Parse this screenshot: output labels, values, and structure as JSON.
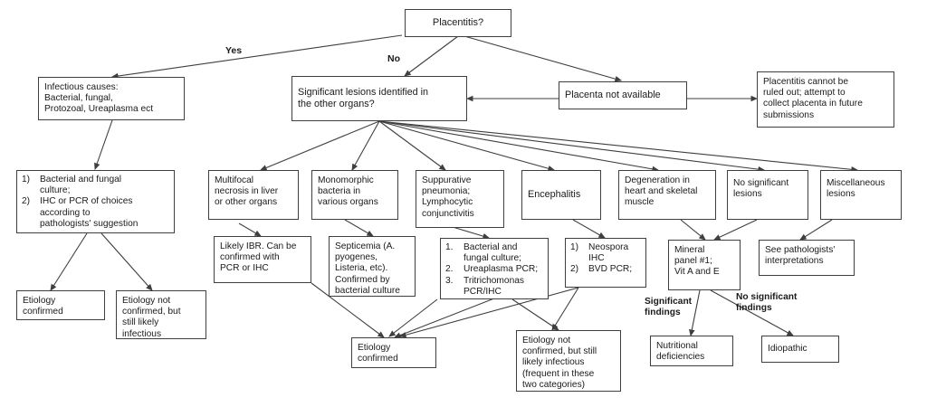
{
  "chart_data": {
    "type": "diagram",
    "title": "Placentitis diagnostic flowchart",
    "nodes": [
      {
        "id": "placentitis",
        "label": "Placentitis?"
      },
      {
        "id": "infectious",
        "label": "Infectious causes:\nBacterial, fungal,\nProtozoal,  Ureaplasma ect"
      },
      {
        "id": "significant",
        "label": "Significant lesions identified in\nthe other organs?"
      },
      {
        "id": "notavailable",
        "label": "Placenta not available"
      },
      {
        "id": "cannotrule",
        "label": "Placentitis cannot be\nruled out; attempt to\ncollect placenta in future\nsubmissions"
      },
      {
        "id": "culture12",
        "label": "1) Bacterial and fungal culture; 2) IHC or PCR of choices according to pathologists' suggestion"
      },
      {
        "id": "multifocal",
        "label": "Multifocal\nnecrosis in liver\nor other organs"
      },
      {
        "id": "monomorphic",
        "label": "Monomorphic\nbacteria in\nvarious organs"
      },
      {
        "id": "suppurative",
        "label": "Suppurative\npneumonia;\nLymphocytic\nconjunctivitis"
      },
      {
        "id": "encephalitis",
        "label": "Encephalitis"
      },
      {
        "id": "degeneration",
        "label": "Degeneration in\nheart and skeletal\nmuscle"
      },
      {
        "id": "nosignificant",
        "label": "No significant\nlesions"
      },
      {
        "id": "miscellaneous",
        "label": "Miscellaneous\nlesions"
      },
      {
        "id": "ibr",
        "label": "Likely IBR. Can be\nconfirmed with\nPCR or IHC"
      },
      {
        "id": "septicemia",
        "label": "Septicemia (A.\npyogenes,\nListeria, etc).\nConfirmed by\nbacterial culture"
      },
      {
        "id": "bact123",
        "label": "1. Bacterial and fungal culture; 2. Ureaplasma PCR; 3. Tritrichomonas PCR/IHC"
      },
      {
        "id": "neospora",
        "label": "1) Neospora IHC 2) BVD PCR;"
      },
      {
        "id": "mineral",
        "label": "Mineral\npanel #1;\nVit A and E"
      },
      {
        "id": "seepath",
        "label": "See pathologists'\ninterpretations"
      },
      {
        "id": "etiol_conf_left",
        "label": "Etiology\nconfirmed"
      },
      {
        "id": "etiol_notconf_left",
        "label": "Etiology not\nconfirmed, but\nstill likely\ninfectious"
      },
      {
        "id": "etiol_conf_mid",
        "label": "Etiology\nconfirmed"
      },
      {
        "id": "etiol_notconf_mid",
        "label": "Etiology not\nconfirmed, but still\nlikely infectious\n(frequent in these\ntwo categories)"
      },
      {
        "id": "nutritional",
        "label": "Nutritional\ndeficiencies"
      },
      {
        "id": "idiopathic",
        "label": "Idiopathic"
      }
    ],
    "edge_labels": [
      "Yes",
      "No",
      "Significant findings",
      "No significant findings"
    ],
    "edges": [
      {
        "from": "placentitis",
        "to": "infectious",
        "label": "Yes"
      },
      {
        "from": "placentitis",
        "to": "significant",
        "label": "No"
      },
      {
        "from": "placentitis",
        "to": "notavailable",
        "label": ""
      },
      {
        "from": "notavailable",
        "to": "significant",
        "label": ""
      },
      {
        "from": "notavailable",
        "to": "cannotrule",
        "label": ""
      },
      {
        "from": "infectious",
        "to": "culture12",
        "label": ""
      },
      {
        "from": "significant",
        "to": "multifocal",
        "label": ""
      },
      {
        "from": "significant",
        "to": "monomorphic",
        "label": ""
      },
      {
        "from": "significant",
        "to": "suppurative",
        "label": ""
      },
      {
        "from": "significant",
        "to": "encephalitis",
        "label": ""
      },
      {
        "from": "significant",
        "to": "degeneration",
        "label": ""
      },
      {
        "from": "significant",
        "to": "nosignificant",
        "label": ""
      },
      {
        "from": "significant",
        "to": "miscellaneous",
        "label": ""
      },
      {
        "from": "multifocal",
        "to": "ibr",
        "label": ""
      },
      {
        "from": "monomorphic",
        "to": "septicemia",
        "label": ""
      },
      {
        "from": "suppurative",
        "to": "bact123",
        "label": ""
      },
      {
        "from": "encephalitis",
        "to": "neospora",
        "label": ""
      },
      {
        "from": "degeneration",
        "to": "mineral",
        "label": ""
      },
      {
        "from": "nosignificant",
        "to": "mineral",
        "label": ""
      },
      {
        "from": "miscellaneous",
        "to": "seepath",
        "label": ""
      },
      {
        "from": "culture12",
        "to": "etiol_conf_left",
        "label": ""
      },
      {
        "from": "culture12",
        "to": "etiol_notconf_left",
        "label": ""
      },
      {
        "from": "ibr",
        "to": "etiol_conf_mid",
        "label": ""
      },
      {
        "from": "septicemia",
        "to": "etiol_conf_mid",
        "label": ""
      },
      {
        "from": "bact123",
        "to": "etiol_conf_mid",
        "label": ""
      },
      {
        "from": "bact123",
        "to": "etiol_notconf_mid",
        "label": ""
      },
      {
        "from": "neospora",
        "to": "etiol_conf_mid",
        "label": ""
      },
      {
        "from": "neospora",
        "to": "etiol_notconf_mid",
        "label": ""
      },
      {
        "from": "mineral",
        "to": "nutritional",
        "label": "Significant findings"
      },
      {
        "from": "mineral",
        "to": "idiopathic",
        "label": "No significant findings"
      }
    ]
  },
  "colors": {
    "box_border": "#3f3f3f",
    "edge": "#3f3f3f",
    "text": "#1a1a1a",
    "background": "#ffffff"
  },
  "nodes": {
    "placentitis": {
      "text": "Placentitis?"
    },
    "infectious": {
      "text": "Infectious causes:\nBacterial, fungal,\nProtozoal,  Ureaplasma ect"
    },
    "significant": {
      "text": "Significant lesions identified in\nthe other organs?"
    },
    "notavailable": {
      "text": "Placenta not available"
    },
    "cannotrule": {
      "text": "Placentitis cannot be\nruled out; attempt to\ncollect placenta in future\nsubmissions"
    },
    "culture12": {
      "items": [
        {
          "num": "1)",
          "body": "Bacterial and fungal\nculture;"
        },
        {
          "num": "2)",
          "body": "IHC or PCR of choices\naccording to\npathologists' suggestion"
        }
      ]
    },
    "multifocal": {
      "text": "Multifocal\nnecrosis in liver\nor other organs"
    },
    "monomorphic": {
      "text": "Monomorphic\nbacteria in\nvarious organs"
    },
    "suppurative": {
      "text": "Suppurative\npneumonia;\nLymphocytic\nconjunctivitis"
    },
    "encephalitis": {
      "text": "Encephalitis"
    },
    "degeneration": {
      "text": "Degeneration in\nheart and skeletal\nmuscle"
    },
    "nosignificant": {
      "text": "No significant\nlesions"
    },
    "miscellaneous": {
      "text": "Miscellaneous\nlesions"
    },
    "ibr": {
      "text": "Likely IBR. Can be\nconfirmed with\nPCR or IHC"
    },
    "septicemia": {
      "text": "Septicemia (A.\npyogenes,\nListeria, etc).\nConfirmed by\nbacterial culture"
    },
    "bact123": {
      "items": [
        {
          "num": "1.",
          "body": "Bacterial and\nfungal culture;"
        },
        {
          "num": "2.",
          "body": "Ureaplasma PCR;"
        },
        {
          "num": "3.",
          "body": "Tritrichomonas\nPCR/IHC"
        }
      ]
    },
    "neospora": {
      "items": [
        {
          "num": "1)",
          "body": "Neospora\nIHC"
        },
        {
          "num": "2)",
          "body": "BVD PCR;"
        }
      ]
    },
    "mineral": {
      "text": "Mineral\npanel #1;\nVit A and E"
    },
    "seepath": {
      "text": "See pathologists'\ninterpretations"
    },
    "etiol_conf_left": {
      "text": "Etiology\nconfirmed"
    },
    "etiol_notconf_left": {
      "text": "Etiology not\nconfirmed, but\nstill likely\ninfectious"
    },
    "etiol_conf_mid": {
      "text": "Etiology\nconfirmed"
    },
    "etiol_notconf_mid": {
      "text": "Etiology not\nconfirmed, but still\nlikely infectious\n(frequent in these\ntwo categories)"
    },
    "nutritional": {
      "text": "Nutritional\ndeficiencies"
    },
    "idiopathic": {
      "text": "Idiopathic"
    }
  },
  "labels": {
    "yes": "Yes",
    "no": "No",
    "significant_findings": "Significant\nfindings",
    "no_significant_findings": "No significant\nfindings"
  }
}
